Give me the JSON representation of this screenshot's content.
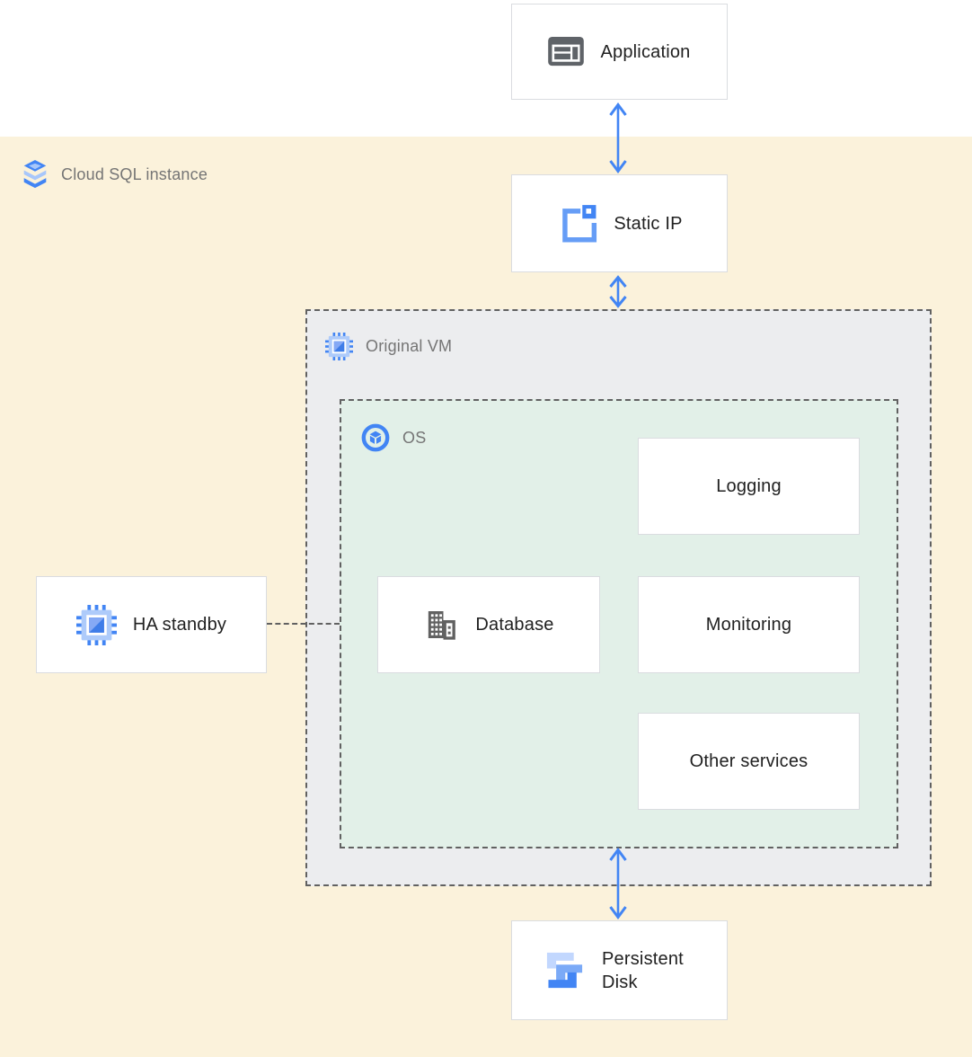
{
  "diagram": {
    "regions": {
      "cloud_sql": {
        "label": "Cloud SQL instance",
        "icon": "cloud-sql-icon",
        "bg": "#FBF2DB"
      },
      "original_vm": {
        "label": "Original VM",
        "icon": "compute-engine-icon",
        "bg": "#ECEDEF"
      },
      "os": {
        "label": "OS",
        "icon": "os-icon",
        "bg": "#E2F0E8"
      }
    },
    "nodes": {
      "application": {
        "label": "Application",
        "icon": "application-icon"
      },
      "static_ip": {
        "label": "Static IP",
        "icon": "static-ip-icon"
      },
      "logging": {
        "label": "Logging"
      },
      "database": {
        "label": "Database",
        "icon": "database-icon"
      },
      "monitoring": {
        "label": "Monitoring"
      },
      "other_services": {
        "label": "Other services"
      },
      "ha_standby": {
        "label": "HA standby",
        "icon": "compute-engine-icon"
      },
      "persistent_disk": {
        "label": "Persistent Disk",
        "icon": "persistent-disk-icon"
      }
    },
    "connectors": {
      "application_static_ip": "double-arrow",
      "static_ip_original_vm": "double-arrow",
      "os_persistent_disk": "double-arrow",
      "ha_standby_original_vm": "dashed-line"
    },
    "colors": {
      "accent_blue": "#4285F4",
      "light_blue": "#AECBFA",
      "pale_blue": "#C2D7FE",
      "mid_blue": "#7BAAF7",
      "cloud_sql_band_bg": "#FBF2DB",
      "vm_region_bg": "#ECEDEF",
      "os_region_bg": "#E2F0E8",
      "node_border": "#DADCE0",
      "dash_border": "#616161",
      "icon_gray": "#5F6368",
      "label_dark": "#212121",
      "label_gray": "#757575"
    }
  }
}
